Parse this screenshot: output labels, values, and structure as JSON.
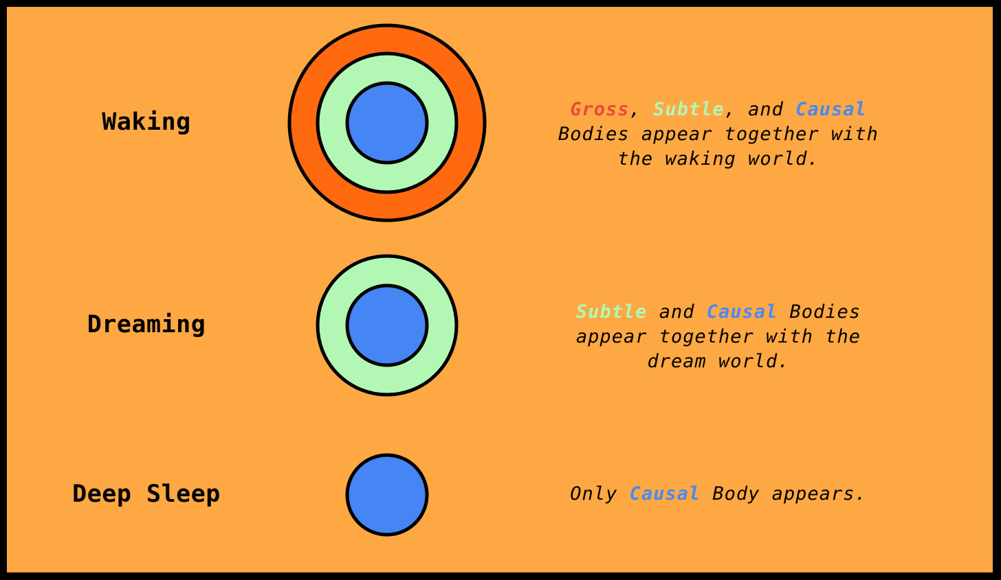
{
  "colors": {
    "background": "#FDA843",
    "frame": "#000000",
    "gross_body": "#FF6A10",
    "subtle_body": "#B3F7B5",
    "causal_body": "#4585F4",
    "gross_text": "#E84A3A",
    "subtle_text": "#B3F7B5",
    "causal_text": "#4A88F4"
  },
  "states": [
    {
      "label": "Waking",
      "description": {
        "gross": "Gross",
        "sep1": ", ",
        "subtle": "Subtle",
        "sep2": ", and ",
        "causal": "Causal",
        "rest1": "Bodies appear together with",
        "rest2": "the waking world."
      }
    },
    {
      "label": "Dreaming",
      "description": {
        "subtle": "Subtle",
        "sep1": " and ",
        "causal": "Causal",
        "rest0": " Bodies",
        "rest1": "appear together with the",
        "rest2": "dream world."
      }
    },
    {
      "label": "Deep Sleep",
      "description": {
        "pre": "Only ",
        "causal": "Causal",
        "rest": " Body appears."
      }
    }
  ]
}
